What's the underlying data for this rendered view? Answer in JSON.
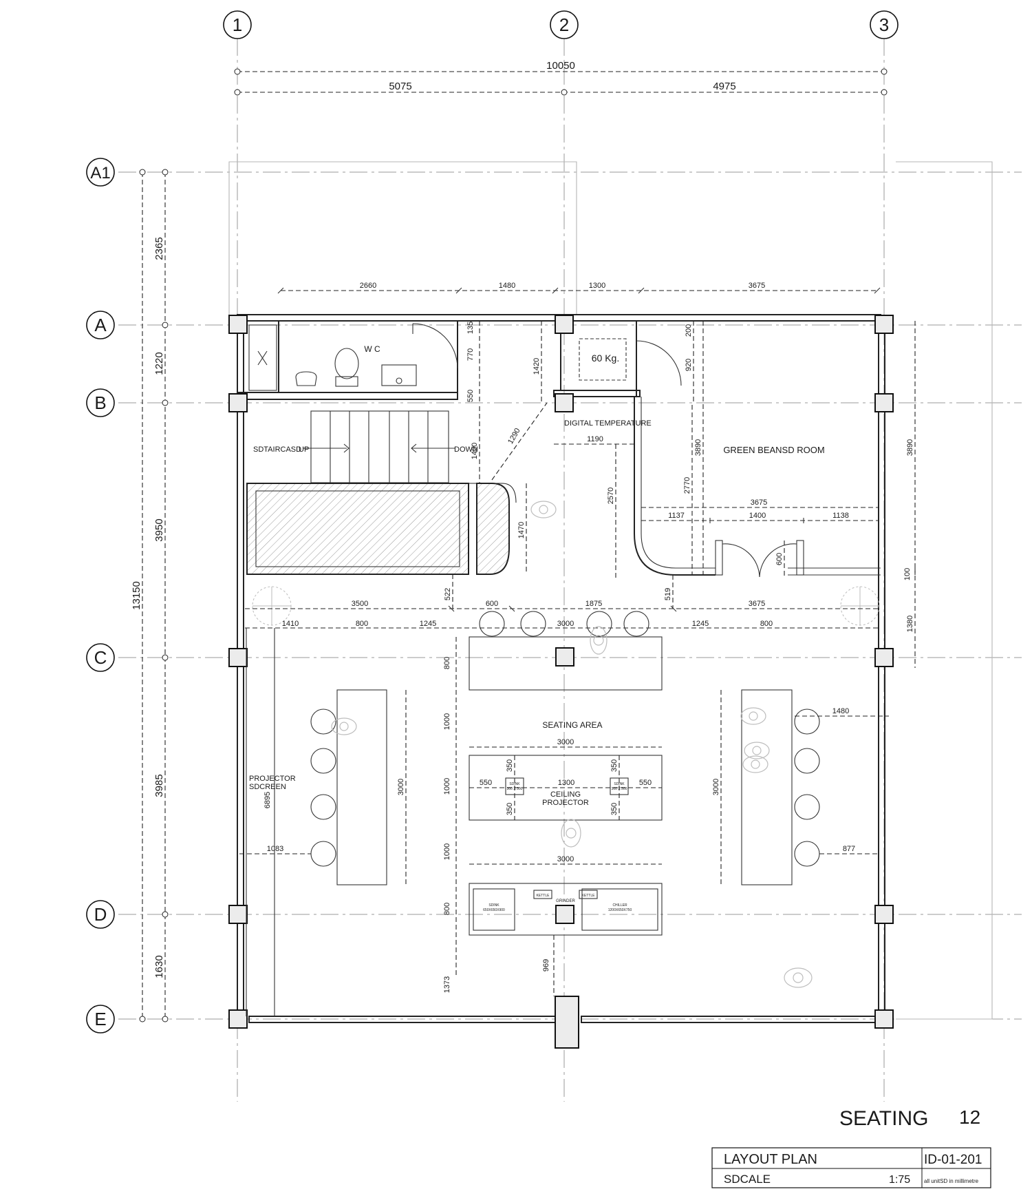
{
  "grid": {
    "columns": [
      "1",
      "2",
      "3"
    ],
    "rows": [
      "A1",
      "A",
      "B",
      "C",
      "D",
      "E"
    ]
  },
  "dims": {
    "overall_width": "10050",
    "col_1_2": "5075",
    "col_2_3": "4975",
    "overall_depth": "13150",
    "row_a1_a": "2365",
    "row_a_b": "1220",
    "row_b_c": "3950",
    "row_c_d": "3985",
    "row_d_e": "1630",
    "top_2660": "2660",
    "top_1480": "1480",
    "top_1300": "1300",
    "top_3675": "3675",
    "d135": "135",
    "d770": "770",
    "d550": "550",
    "d1420": "1420",
    "d200": "200",
    "d920": "920",
    "d1290": "1290",
    "d1190": "1190",
    "d1400_stair": "1400",
    "d2570": "2570",
    "d1470": "1470",
    "d3890_a": "3890",
    "d2770": "2770",
    "d3890_b": "3890",
    "d3675_room": "3675",
    "d1137": "1137",
    "d1400_room": "1400",
    "d1138": "1138",
    "d600_door": "600",
    "d100": "100",
    "d1380": "1380",
    "d522": "522",
    "d519": "519",
    "d3500": "3500",
    "d600": "600",
    "d1875": "1875",
    "d3675_low": "3675",
    "d1410": "1410",
    "d800_l": "800",
    "d1245_l": "1245",
    "d3000_top": "3000",
    "d1245_r": "1245",
    "d800_r": "800",
    "d800_c": "800",
    "d1000_a": "1000",
    "d1000_b": "1000",
    "d1000_c": "1000",
    "d800_d": "800",
    "d1480": "1480",
    "d3000_mid": "3000",
    "d350_a": "350",
    "d350_b": "350",
    "d350_c": "350",
    "d350_d": "350",
    "d550_l": "550",
    "d1300": "1300",
    "d550_r": "550",
    "d3000_left": "3000",
    "d3000_right": "3000",
    "d6895": "6895",
    "d1083": "1083",
    "d877": "877",
    "d3000_bot": "3000",
    "d969": "969",
    "d1373": "1373"
  },
  "rooms": {
    "wc": "W C",
    "storage": "60 Kg.",
    "digital_temp": "DIGITAL TEMPERATURE",
    "green_beans": "GREEN  BEANSD ROOM",
    "stair": "SDTAIRCASD",
    "up": "UP",
    "down": "DOWN",
    "seating_area": "SEATING AREA",
    "projector_l1": "PROJECTOR",
    "projector_l2": "SDCREEN",
    "ceiling_l1": "CEILING",
    "ceiling_l2": "PROJECTOR",
    "sink_mid": "SDINK",
    "sink_mid_size": "300 X 300",
    "sink_bar": "SDINK",
    "sink_bar_size": "650X650X900",
    "kettle": "KETTLE",
    "grinder": "GRINDER",
    "chiller": "CHILLER",
    "chiller_size": "1200X650X750"
  },
  "title_block": {
    "heading": "SEATING",
    "sheet": "12",
    "title": "LAYOUT PLAN",
    "code": "ID-01-201",
    "scale_label": "SDCALE",
    "scale": "1:75",
    "units": "all unitSD in millimetre"
  }
}
